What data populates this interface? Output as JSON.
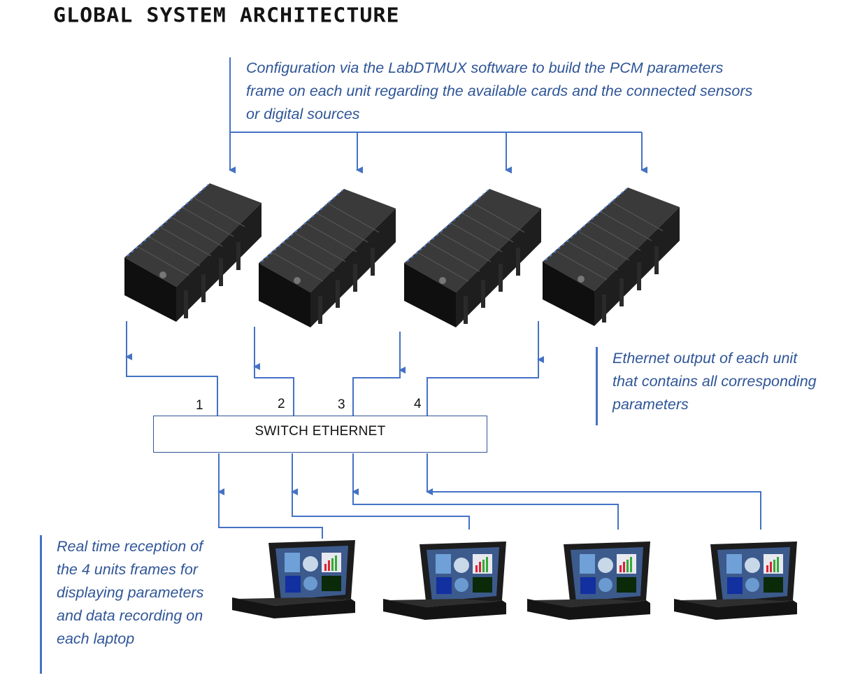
{
  "title": "GLOBAL SYSTEM ARCHITECTURE",
  "notes": {
    "config": "Configuration via the LabDTMUX software to build the PCM parameters frame on each unit regarding the available cards and the connected sensors or digital sources",
    "ethernet": "Ethernet output of each unit that contains all corresponding parameters",
    "realtime": "Real time reception of the 4 units frames for displaying parameters and data recording on each laptop"
  },
  "switch": {
    "label": "SWITCH ETHERNET",
    "ports": [
      "1",
      "2",
      "3",
      "4"
    ]
  },
  "units": [
    "acquisition-unit-1",
    "acquisition-unit-2",
    "acquisition-unit-3",
    "acquisition-unit-4"
  ],
  "laptops": [
    "laptop-1",
    "laptop-2",
    "laptop-3",
    "laptop-4"
  ],
  "colors": {
    "line": "#4472c4",
    "text_accent": "#2f5597",
    "unit_body": "#1b1b1b"
  }
}
